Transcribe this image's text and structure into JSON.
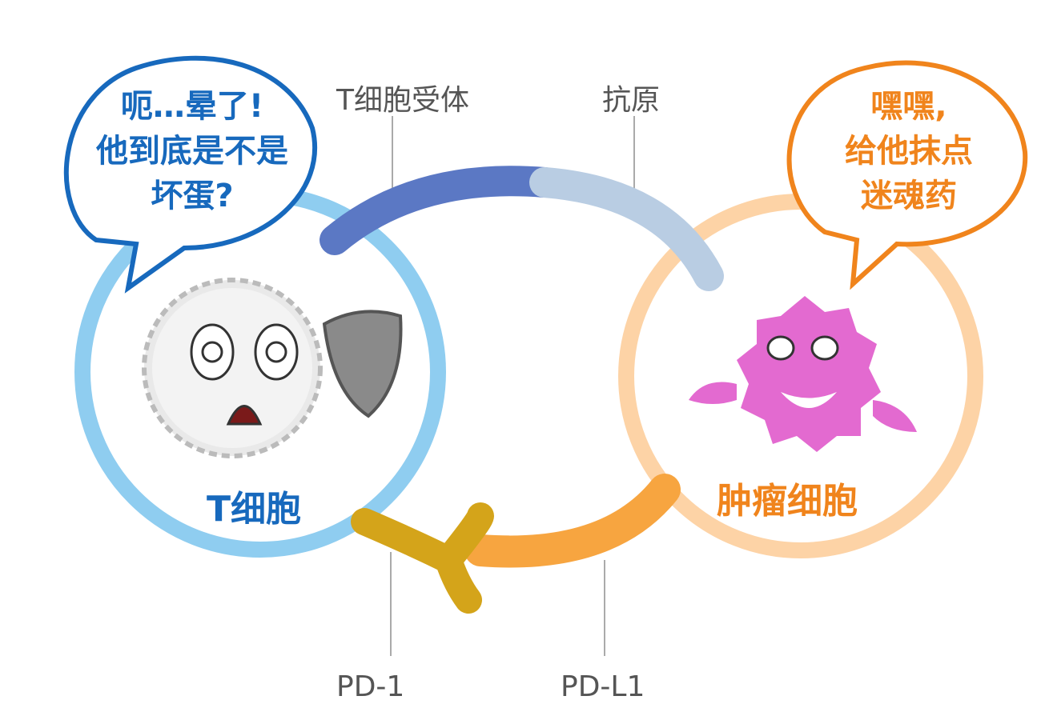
{
  "labels": {
    "tcr": "T细胞受体",
    "antigen": "抗原",
    "pd1": "PD-1",
    "pdl1": "PD-L1"
  },
  "t_cell": {
    "name": "T细胞",
    "speech": [
      "呃…晕了!",
      "他到底是不是",
      "坏蛋?"
    ]
  },
  "tumor_cell": {
    "name": "肿瘤细胞",
    "speech": [
      "嘿嘿,",
      "给他抹点",
      "迷魂药"
    ]
  },
  "colors": {
    "t_ring": "#8fcdf0",
    "tumor_ring": "#fdd3a6",
    "tcr": "#5b78c4",
    "antigen": "#b9cde3",
    "pdl1": "#f7a540",
    "pd1": "#d4a41a",
    "blue_text": "#1769bd",
    "orange_text": "#f0841c"
  }
}
